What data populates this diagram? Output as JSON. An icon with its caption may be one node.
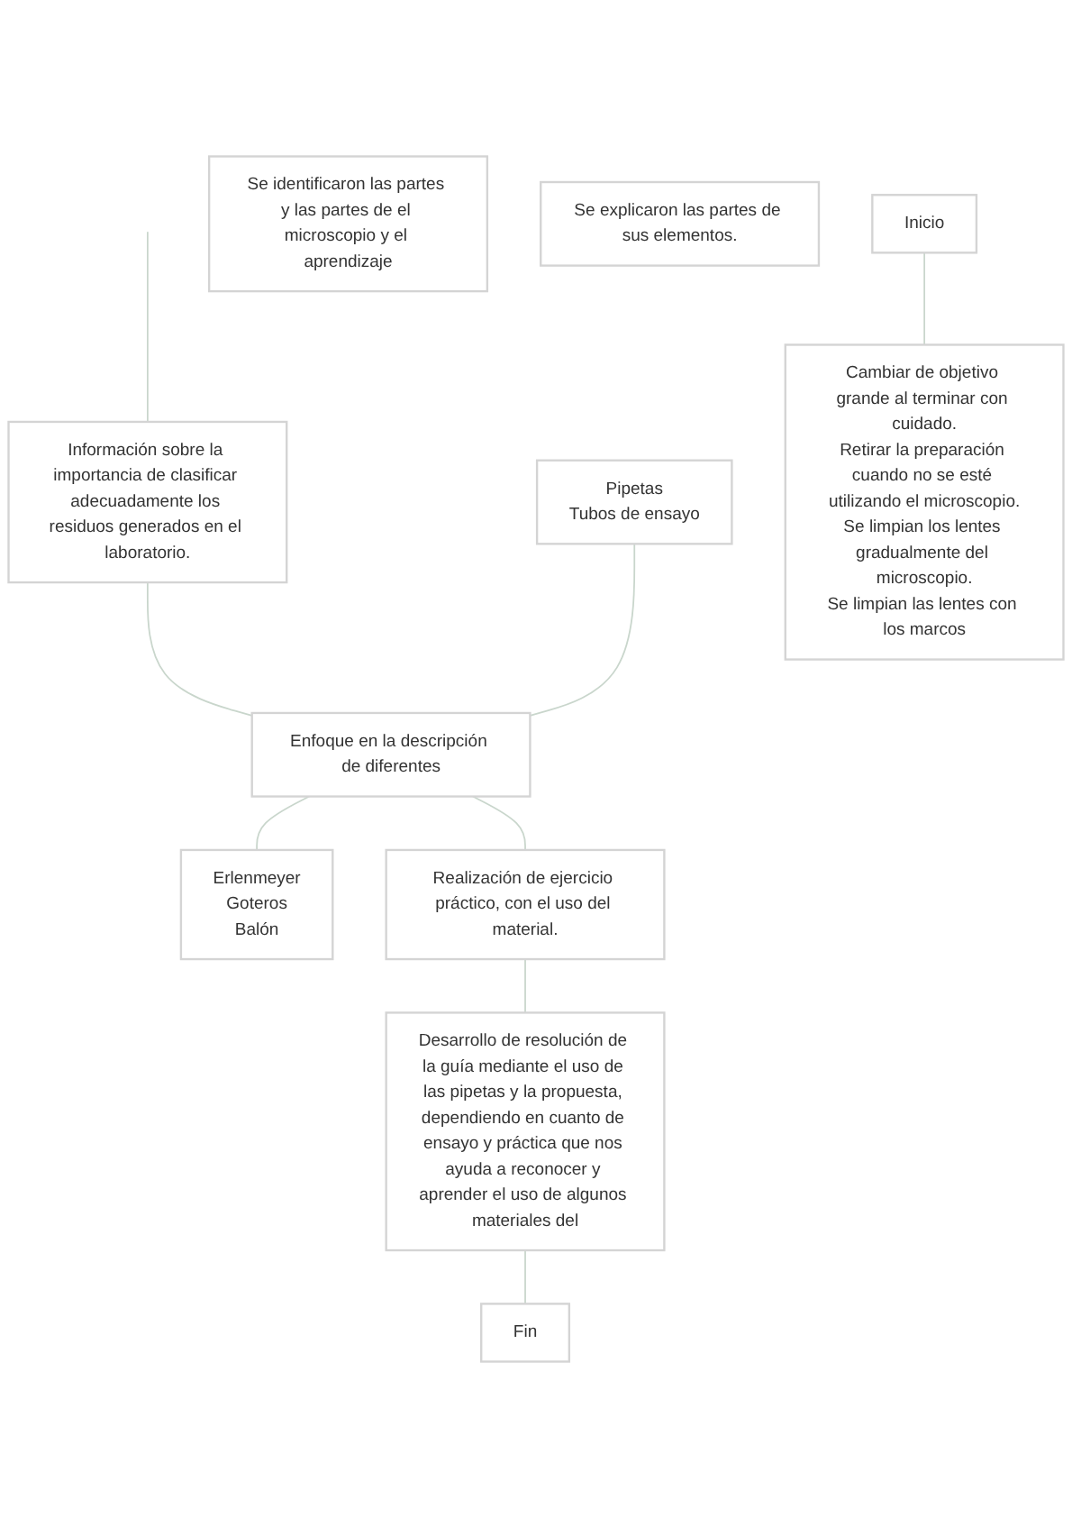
{
  "diagram": {
    "nodes": [
      {
        "text": [
          "Información sobre la importancia de clasificar adecuadamente los residuos generados en el laboratorio."
        ]
      },
      {
        "text": [
          "Pipetas",
          "Tubos de ensayo"
        ]
      },
      {
        "text": [
          "Enfoque en la descripción de diferentes"
        ]
      },
      {
        "text": [
          "Erlenmeyer",
          "Goteros",
          "Balón"
        ]
      },
      {
        "text": [
          "Realización de ejercicio práctico, con el uso del material."
        ]
      },
      {
        "text": [
          "Desarrollo de resolución de la guía mediante el uso de las pipetas y la propuesta, dependiendo en cuanto de ensayo y práctica que nos ayuda a reconocer y aprender el uso de algunos materiales del"
        ]
      },
      {
        "text": [
          "Fin"
        ]
      },
      {
        "text": [
          "Inicio"
        ]
      },
      {
        "text": [
          "Cambiar de objetivo grande al terminar con cuidado.",
          "Retirar la preparación cuando no se esté utilizando el microscopio.",
          "Se limpian los lentes gradualmente del microscopio.",
          "Se limpian las lentes con los marcos"
        ]
      },
      {
        "text": [
          "Se identificaron las partes y las partes de el microscopio y el aprendizaje"
        ]
      },
      {
        "text": [
          "Se explicaron las partes de sus elementos."
        ]
      }
    ],
    "edges": [
      {
        "from": null,
        "to": 0,
        "arrow": "none"
      },
      {
        "from": 0,
        "to": 2,
        "arrow": "none"
      },
      {
        "from": 1,
        "to": 2,
        "arrow": "none"
      },
      {
        "from": 2,
        "to": 3,
        "arrow": "none"
      },
      {
        "from": 2,
        "to": 4,
        "arrow": "none"
      },
      {
        "from": 4,
        "to": 5,
        "arrow": "none"
      },
      {
        "from": 5,
        "to": 6,
        "arrow": "none"
      },
      {
        "from": 7,
        "to": 8,
        "arrow": "none"
      }
    ]
  }
}
